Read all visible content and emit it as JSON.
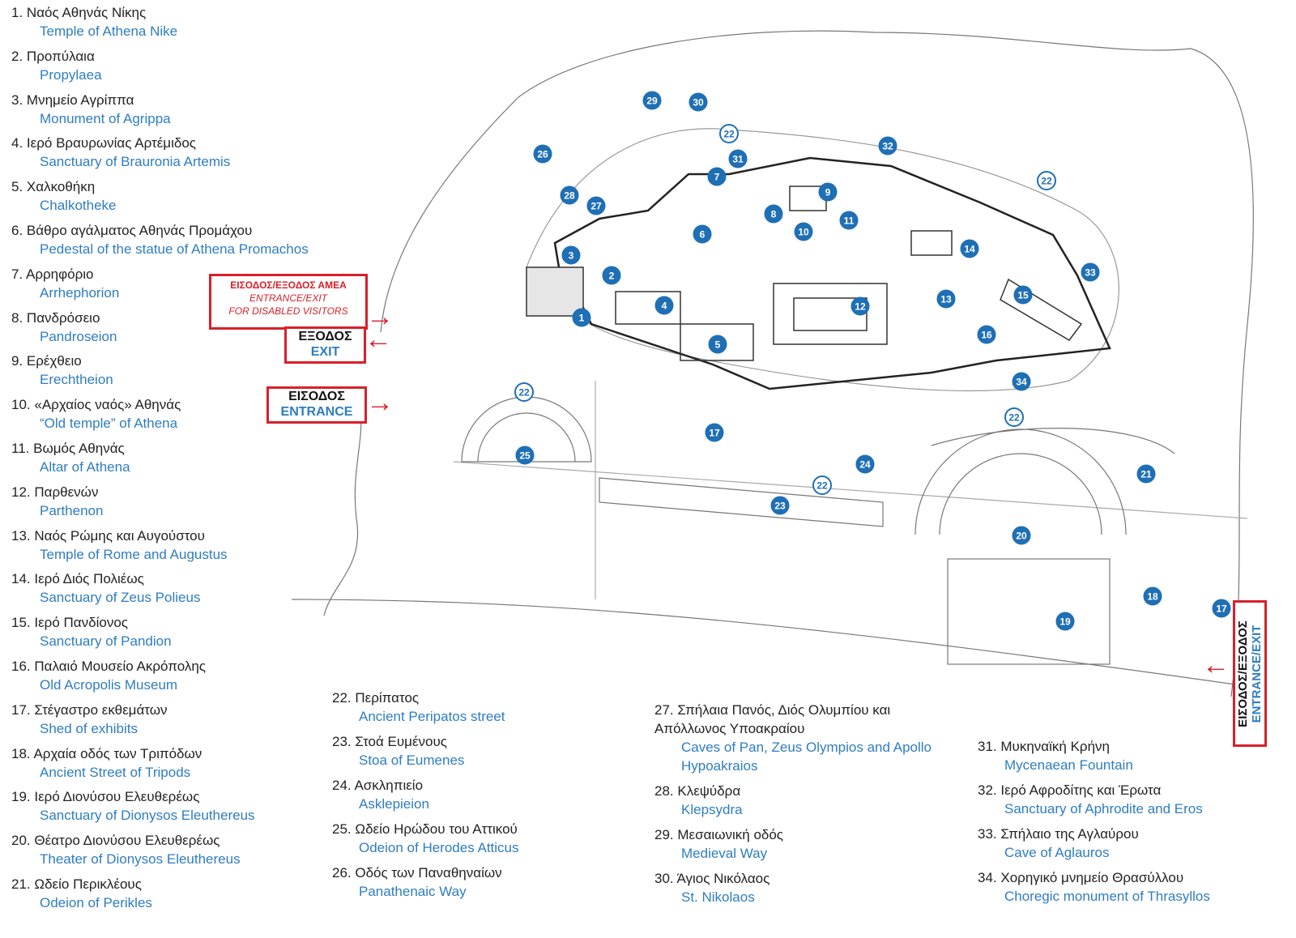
{
  "legend": [
    {
      "num": "1.",
      "gr": "Ναός Αθηνάς Νίκης",
      "en": "Temple of Athena Nike"
    },
    {
      "num": "2.",
      "gr": "Προπύλαια",
      "en": "Propylaea"
    },
    {
      "num": "3.",
      "gr": "Μνημείο Αγρίππα",
      "en": "Monument of Agrippa"
    },
    {
      "num": "4.",
      "gr": "Ιερό Βραυρωνίας Αρτέμιδος",
      "en": "Sanctuary of Brauronia Artemis"
    },
    {
      "num": "5.",
      "gr": "Χαλκοθήκη",
      "en": "Chalkotheke"
    },
    {
      "num": "6.",
      "gr": "Βάθρο αγάλματος Αθηνάς Προμάχου",
      "en": "Pedestal of the statue of Athena Promachos"
    },
    {
      "num": "7.",
      "gr": "Αρρηφόριο",
      "en": "Arrhephorion"
    },
    {
      "num": "8.",
      "gr": "Πανδρόσειο",
      "en": "Pandroseion"
    },
    {
      "num": "9.",
      "gr": "Ερέχθειο",
      "en": "Erechtheion"
    },
    {
      "num": "10.",
      "gr": "«Αρχαίος ναός» Αθηνάς",
      "en": "“Old temple” of Athena"
    },
    {
      "num": "11.",
      "gr": "Βωμός Αθηνάς",
      "en": "Altar of Athena"
    },
    {
      "num": "12.",
      "gr": "Παρθενών",
      "en": "Parthenon"
    },
    {
      "num": "13.",
      "gr": "Ναός Ρώμης και Αυγούστου",
      "en": "Temple of Rome and Augustus"
    },
    {
      "num": "14.",
      "gr": "Ιερό Διός Πολιέως",
      "en": "Sanctuary of Zeus Polieus"
    },
    {
      "num": "15.",
      "gr": "Ιερό Πανδίονος",
      "en": "Sanctuary of Pandion"
    },
    {
      "num": "16.",
      "gr": "Παλαιό Μουσείο Ακρόπολης",
      "en": "Old Acropolis Museum"
    },
    {
      "num": "17.",
      "gr": "Στέγαστρο εκθεμάτων",
      "en": "Shed of exhibits"
    },
    {
      "num": "18.",
      "gr": "Αρχαία οδός των Τριπόδων",
      "en": "Ancient Street of Tripods"
    },
    {
      "num": "19.",
      "gr": "Ιερό Διονύσου Ελευθερέως",
      "en": "Sanctuary of Dionysos Eleuthereus"
    },
    {
      "num": "20.",
      "gr": "Θέατρο Διονύσου Ελευθερέως",
      "en": "Theater of Dionysos Eleuthereus"
    },
    {
      "num": "21.",
      "gr": "Ωδείο Περικλέους",
      "en": "Odeion of Perikles"
    },
    {
      "num": "22.",
      "gr": "Περίπατος",
      "en": "Ancient Peripatos street"
    },
    {
      "num": "23.",
      "gr": "Στοά Ευμένους",
      "en": "Stoa of Eumenes"
    },
    {
      "num": "24.",
      "gr": "Ασκληπιείο",
      "en": "Asklepieion"
    },
    {
      "num": "25.",
      "gr": "Ωδείο Ηρώδου του Αττικού",
      "en": "Odeion of Herodes Atticus"
    },
    {
      "num": "26.",
      "gr": "Οδός των Παναθηναίων",
      "en": "Panathenaic Way"
    },
    {
      "num": "27.",
      "gr": "Σπήλαια Πανός, Διός Ολυμπίου και Απόλλωνος Υποακραίου",
      "en": "Caves of Pan, Zeus Olympios and Apollo Hypoakraios"
    },
    {
      "num": "28.",
      "gr": "Κλεψύδρα",
      "en": "Klepsydra"
    },
    {
      "num": "29.",
      "gr": "Μεσαιωνική οδός",
      "en": "Medieval Way"
    },
    {
      "num": "30.",
      "gr": "Άγιος Νικόλαος",
      "en": "St. Nikolaos"
    },
    {
      "num": "31.",
      "gr": "Μυκηναϊκή Κρήνη",
      "en": "Mycenaean Fountain"
    },
    {
      "num": "32.",
      "gr": "Ιερό Αφροδίτης και Έρωτα",
      "en": "Sanctuary of Aphrodite and Eros"
    },
    {
      "num": "33.",
      "gr": "Σπήλαιο της Αγλαύρου",
      "en": "Cave of Aglauros"
    },
    {
      "num": "34.",
      "gr": "Χορηγικό μνημείο Θρασύλλου",
      "en": "Choregic monument of Thrasyllos"
    }
  ],
  "signs": {
    "disabled": {
      "gr": "ΕΙΣΟΔΟΣ/ΕΞΟΔΟΣ ΑΜΕΑ",
      "en1": "ENTRANCE/EXIT",
      "en2": "FOR DISABLED VISITORS"
    },
    "exit": {
      "gr": "ΕΞΟΔΟΣ",
      "en": "EXIT"
    },
    "entrance": {
      "gr": "ΕΙΣΟΔΟΣ",
      "en": "ENTRANCE"
    },
    "east": {
      "gr": "ΕΙΣΟΔΟΣ/ΕΞΟΔΟΣ",
      "en": "ENTRANCE/EXIT"
    }
  },
  "markers": [
    "1",
    "2",
    "3",
    "4",
    "5",
    "6",
    "7",
    "8",
    "9",
    "10",
    "11",
    "12",
    "13",
    "14",
    "15",
    "16",
    "17",
    "17",
    "18",
    "19",
    "20",
    "21",
    "22",
    "22",
    "22",
    "22",
    "22",
    "23",
    "24",
    "25",
    "26",
    "27",
    "28",
    "29",
    "30",
    "31",
    "32",
    "33",
    "34"
  ],
  "colors": {
    "marker": "#1f6fb5",
    "english": "#2e7dc0",
    "sign_border": "#d8202a"
  }
}
